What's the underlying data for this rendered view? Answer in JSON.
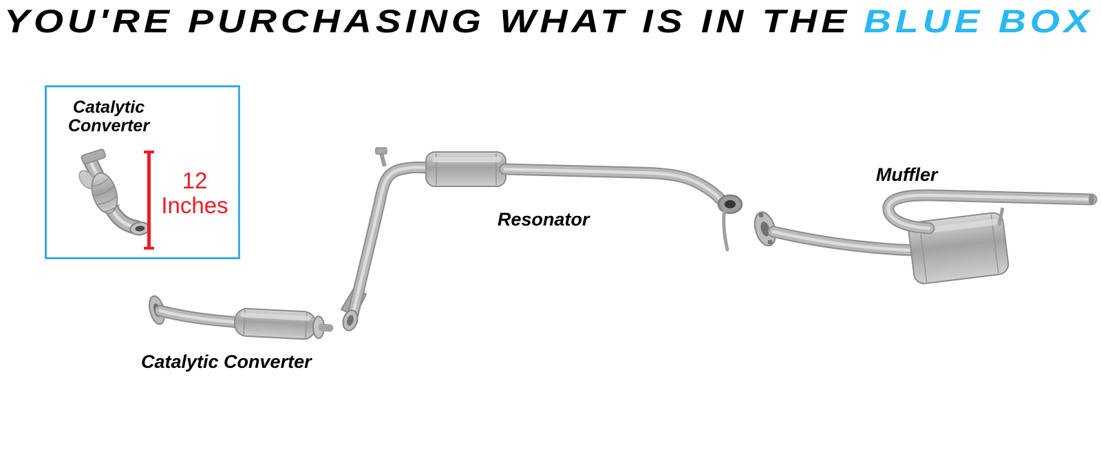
{
  "title": {
    "main": "YOU'RE PURCHASING WHAT IS IN THE",
    "highlight": "BLUE BOX"
  },
  "colors": {
    "highlight_blue": "#29b8f2",
    "box_border_blue": "#3aa9ea",
    "dimension_red": "#ed1c24",
    "pipe_gray": "#adadad",
    "text_black": "#000000"
  },
  "inset_box": {
    "label_line1": "Catalytic",
    "label_line2": "Converter",
    "dimension_value": "12",
    "dimension_unit": "Inches"
  },
  "diagram_labels": {
    "catalytic_converter": "Catalytic Converter",
    "resonator": "Resonator",
    "muffler": "Muffler"
  }
}
